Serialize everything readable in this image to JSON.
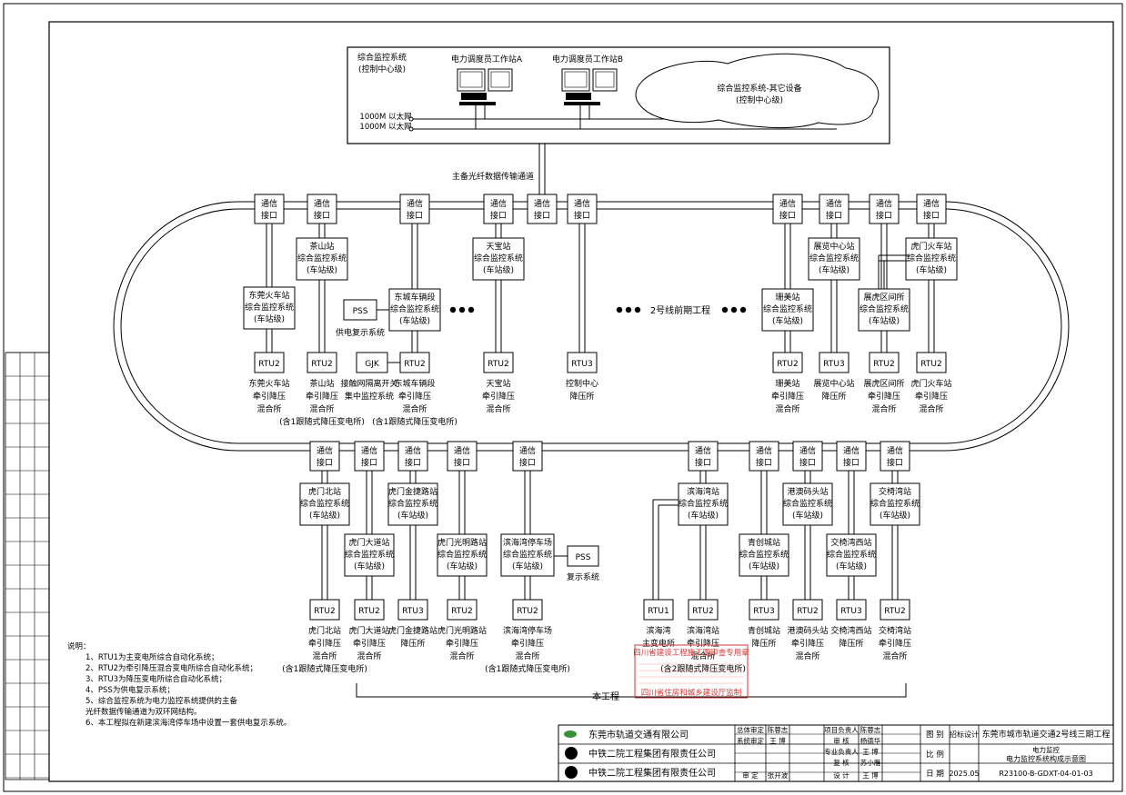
{
  "control_center": {
    "title_line1": "综合监控系统",
    "title_line2": "(控制中心级)",
    "workstation_a": "电力调度员工作站A",
    "workstation_b": "电力调度员工作站B",
    "cloud_line1": "综合监控系统-其它设备",
    "cloud_line2": "(控制中心级)",
    "ethernet_1": "1000M 以太网",
    "ethernet_2": "1000M 以太网"
  },
  "backbone_label": "主备光纤数据传输通道",
  "comm_interface": [
    "通信",
    "接口"
  ],
  "station_level": [
    "综合监控系统",
    "(车站级)"
  ],
  "line2_label": "2号线前期工程",
  "this_project_label": "本工程",
  "top_stations": [
    {
      "name": "东莞火车站",
      "rtu": "RTU2",
      "sub": [
        "东莞火车站",
        "牵引降压",
        "混合所"
      ]
    },
    {
      "name": "茶山站",
      "rtu": "RTU2",
      "sub": [
        "茶山站",
        "牵引降压",
        "混合所",
        "(含1跟随式降压变电所)"
      ]
    },
    {
      "name": "东城车辆段",
      "rtu": "RTU2",
      "sub": [
        "东城车辆段",
        "牵引降压",
        "混合所",
        "(含1跟随式降压变电所)"
      ]
    },
    {
      "name": "天宝站",
      "rtu": "RTU2",
      "sub": [
        "天宝站",
        "牵引降压",
        "混合所"
      ]
    },
    {
      "name": "控制中心",
      "rtu": "RTU3",
      "sub": [
        "控制中心",
        "降压所"
      ]
    },
    {
      "name": "珊美站",
      "rtu": "RTU2",
      "sub": [
        "珊美站",
        "牵引降压",
        "混合所"
      ]
    },
    {
      "name": "展览中心站",
      "rtu": "RTU3",
      "sub": [
        "展览中心站",
        "降压所"
      ]
    },
    {
      "name": "展虎区间所",
      "rtu": "RTU2",
      "sub": [
        "展虎区间所",
        "牵引降压",
        "混合所"
      ]
    },
    {
      "name": "虎门火车站",
      "rtu": "RTU2",
      "sub": [
        "虎门火车站",
        "牵引降压",
        "混合所"
      ]
    }
  ],
  "bottom_stations": [
    {
      "name": "虎门北站",
      "rtu": "RTU2",
      "sub": [
        "虎门北站",
        "牵引降压",
        "混合所",
        "(含1跟随式降压变电所)"
      ]
    },
    {
      "name": "虎门大道站",
      "rtu": "RTU2",
      "sub": [
        "虎门大道站",
        "牵引降压",
        "混合所"
      ]
    },
    {
      "name": "虎门金捷路站",
      "rtu": "RTU3",
      "sub": [
        "虎门金捷路站",
        "降压所"
      ]
    },
    {
      "name": "虎门光明路站",
      "rtu": "RTU2",
      "sub": [
        "虎门光明路站",
        "牵引降压",
        "混合所"
      ]
    },
    {
      "name": "滨海湾停车场",
      "rtu": "RTU2",
      "sub": [
        "滨海湾停车场",
        "牵引降压",
        "混合所",
        "(含1跟随式降压变电所)"
      ]
    },
    {
      "name": "滨海湾站",
      "rtu1": "RTU1",
      "rtu2": "RTU2",
      "sub1": [
        "滨海湾",
        "主变电所"
      ],
      "sub2": [
        "滨海湾站",
        "牵引降压",
        "混合所",
        "(含2跟随式降压变电所)"
      ]
    },
    {
      "name": "青创城站",
      "rtu": "RTU3",
      "sub": [
        "青创城站",
        "降压所"
      ]
    },
    {
      "name": "港澳码头站",
      "rtu": "RTU2",
      "sub": [
        "港澳码头站",
        "牵引降压",
        "混合所"
      ]
    },
    {
      "name": "交椅湾西站",
      "rtu": "RTU3",
      "sub": [
        "交椅湾西站",
        "降压所"
      ]
    },
    {
      "name": "交椅湾站",
      "rtu": "RTU2",
      "sub": [
        "交椅湾站",
        "牵引降压",
        "混合所"
      ]
    }
  ],
  "pss_top": {
    "box": "PSS",
    "label": "供电复示系统"
  },
  "gjk": {
    "box": "GJK",
    "label": [
      "接触网隔离开关",
      "集中监控系统"
    ]
  },
  "pss_bottom": {
    "box": "PSS",
    "label": "复示系统"
  },
  "notes": {
    "title": "说明：",
    "items": [
      "1、RTU1为主变电所综合自动化系统；",
      "2、RTU2为牵引降压混合变电所综合自动化系统；",
      "3、RTU3为降压变电所综合自动化系统；",
      "4、PSS为供电复示系统；",
      "5、综合监控系统为电力监控系统提供的主备",
      "    光纤数据传输通道为双环网结构。",
      "6、本工程拟在新建滨海湾停车场中设置一套供电复示系统。"
    ]
  },
  "stamp": {
    "line1": "四川省建设工程施工图审查专用章",
    "line2": "四川省住房和城乡建设厅监制"
  },
  "title_block": {
    "company1": "东莞市轨道交通有限公司",
    "company2": "中铁二院工程集团有限责任公司",
    "company3": "中铁二院工程集团有限责任公司",
    "roles": [
      {
        "role": "总体审定",
        "name": "陈蓉志"
      },
      {
        "role": "系统审定",
        "name": "王  博"
      },
      {
        "role": "",
        "name": ""
      },
      {
        "role": "",
        "name": ""
      },
      {
        "role": "审  定",
        "name": "张开波"
      }
    ],
    "roles2": [
      {
        "role": "项目负责人",
        "name": "陈蓉志"
      },
      {
        "role": "审  核",
        "name": "杨德华"
      },
      {
        "role": "专业负责人",
        "name": "王  博"
      },
      {
        "role": "复  核",
        "name": "苏小雁"
      },
      {
        "role": "设  计",
        "name": "王  博"
      }
    ],
    "label_drawing": "图 别",
    "drawing_type": "招标设计",
    "label_scale": "比 例",
    "label_date": "日 期",
    "date": "2025.05",
    "project": "东莞市城市轨道交通2号线三期工程",
    "title_line1": "电力监控",
    "title_line2": "电力监控系统构成示意图",
    "drawing_no": "R23100-B-GDXT-04-01-03"
  }
}
